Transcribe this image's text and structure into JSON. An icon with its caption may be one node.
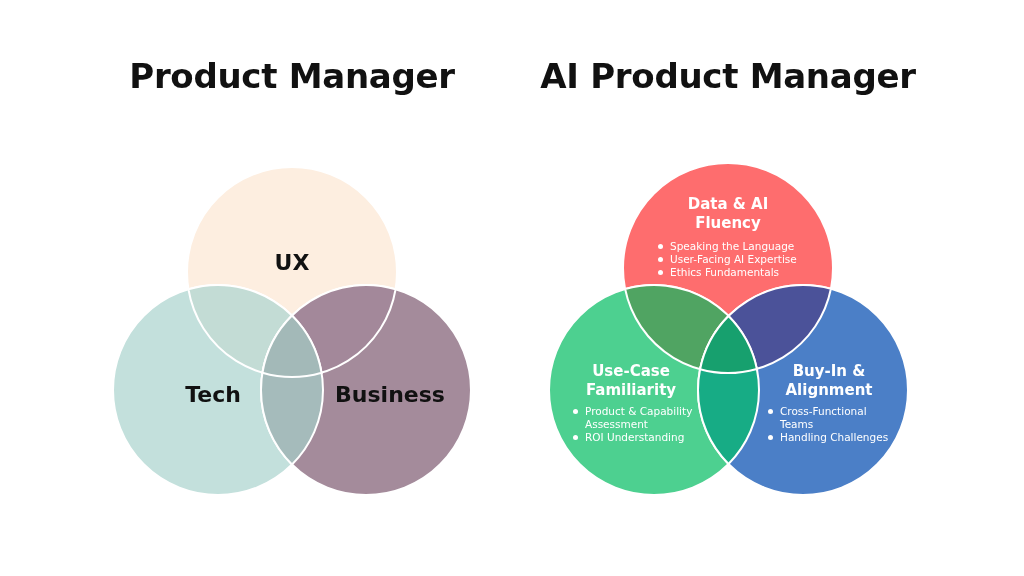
{
  "diagram": {
    "nodes": [
      {
        "text": [
          "UX"
        ]
      },
      {
        "text": [
          "Tech"
        ]
      },
      {
        "text": [
          "Business"
        ]
      },
      {
        "text": [
          "Data & AI Fluency",
          "Speaking the Language",
          "User-Facing AI Expertise",
          "Ethics Fundamentals"
        ]
      },
      {
        "text": [
          "Use-Case Familiarity",
          "Product & Capability Assessment",
          "ROI Understanding"
        ]
      },
      {
        "text": [
          "Buy-In & Alignment",
          "Cross-Functional Teams",
          "Handling Challenges"
        ]
      }
    ],
    "labels": [
      "Product Manager",
      "AI Product Manager"
    ]
  }
}
